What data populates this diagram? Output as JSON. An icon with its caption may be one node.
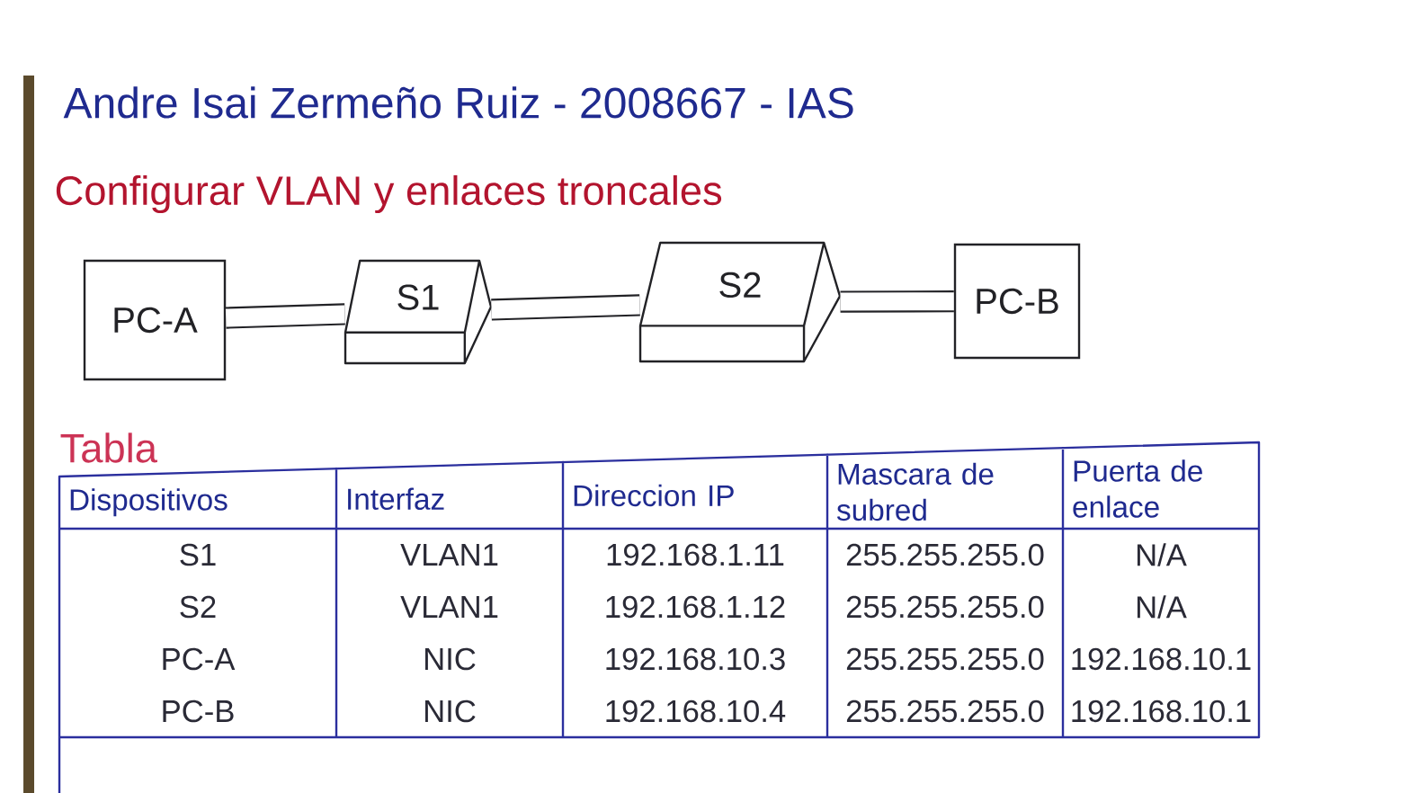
{
  "diagram": {
    "title": "Configurar VLAN y enlaces troncales",
    "nodes": [
      {
        "text": [
          "PC-A"
        ]
      },
      {
        "text": [
          "S1"
        ]
      },
      {
        "text": [
          "S2"
        ]
      },
      {
        "text": [
          "PC-B"
        ]
      }
    ],
    "edges": [
      {
        "from": 0,
        "to": 1,
        "arrow": "none"
      },
      {
        "from": 1,
        "to": 2,
        "arrow": "none"
      },
      {
        "from": 2,
        "to": 3,
        "arrow": "none"
      }
    ],
    "labels": [
      "Andre Isai Zermeño Ruiz - 2008667 - IAS",
      "Tabla",
      "Dispositivos",
      "Interfaz",
      "Direccion IP",
      "Mascara de subred",
      "Puerta de enlace",
      "S1",
      "VLAN1",
      "192.168.1.11",
      "255.255.255.0",
      "N/A",
      "S2",
      "VLAN1",
      "192.168.1.12",
      "255.255.255.0",
      "N/A",
      "PC-A",
      "NIC",
      "192.168.10.3",
      "255.255.255.0",
      "192.168.10.1",
      "PC-B",
      "NIC",
      "192.168.10.4",
      "255.255.255.0",
      "192.168.10.1"
    ]
  }
}
